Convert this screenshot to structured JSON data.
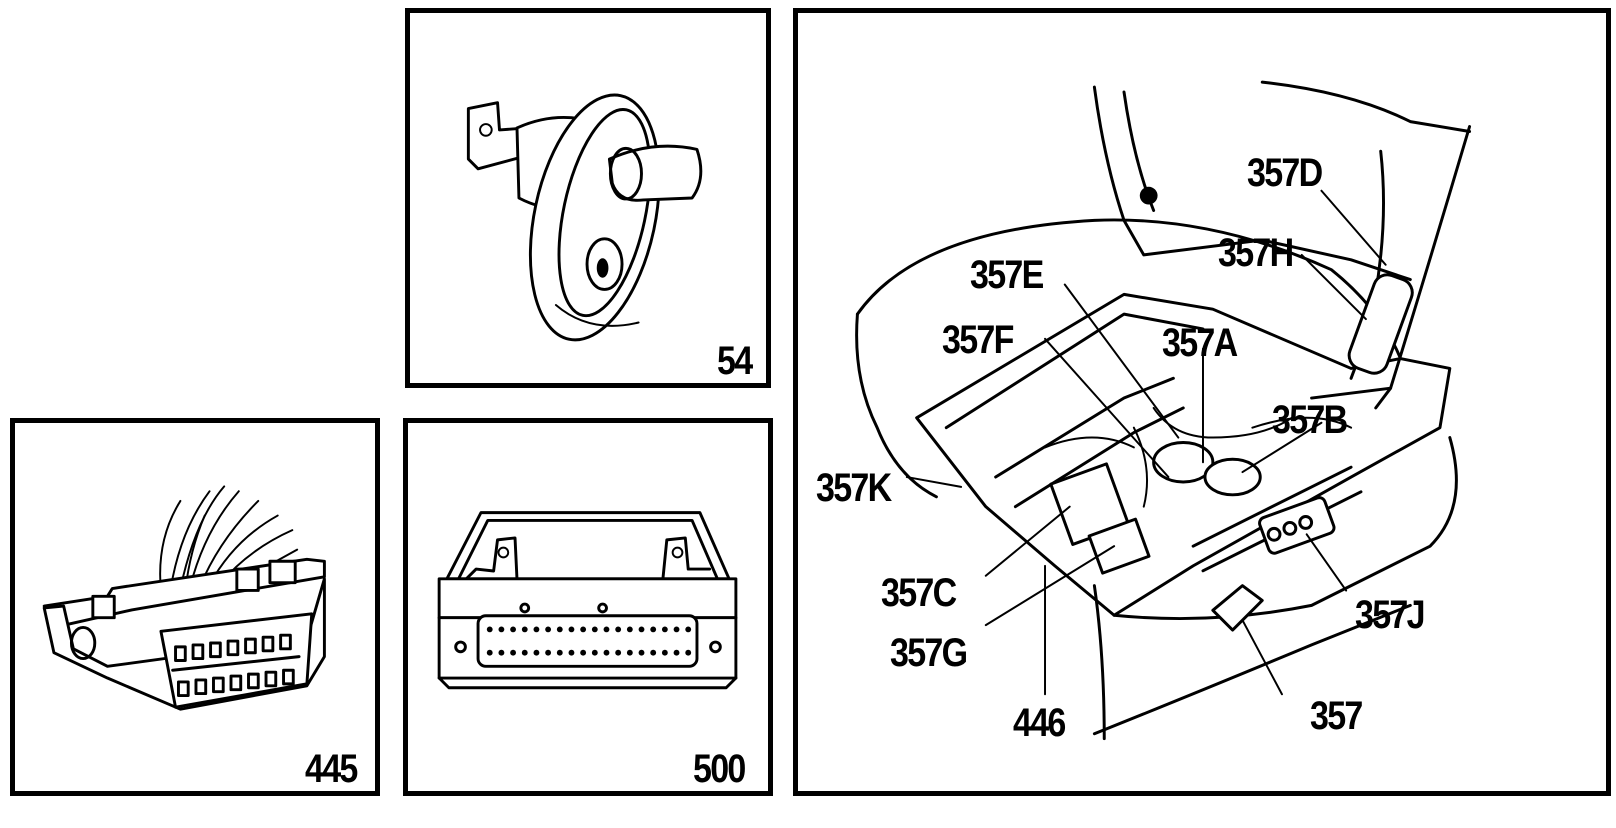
{
  "panels": {
    "p54": {
      "label": "54"
    },
    "p445": {
      "label": "445"
    },
    "p500": {
      "label": "500"
    },
    "seat": {
      "callouts": {
        "c357D": "357D",
        "c357H": "357H",
        "c357E": "357E",
        "c357F": "357F",
        "c357A": "357A",
        "c357B": "357B",
        "c357K": "357K",
        "c357C": "357C",
        "c357G": "357G",
        "c357J": "357J",
        "c446": "446",
        "c357": "357"
      }
    }
  },
  "colors": {
    "line": "#000000",
    "background": "#ffffff"
  }
}
